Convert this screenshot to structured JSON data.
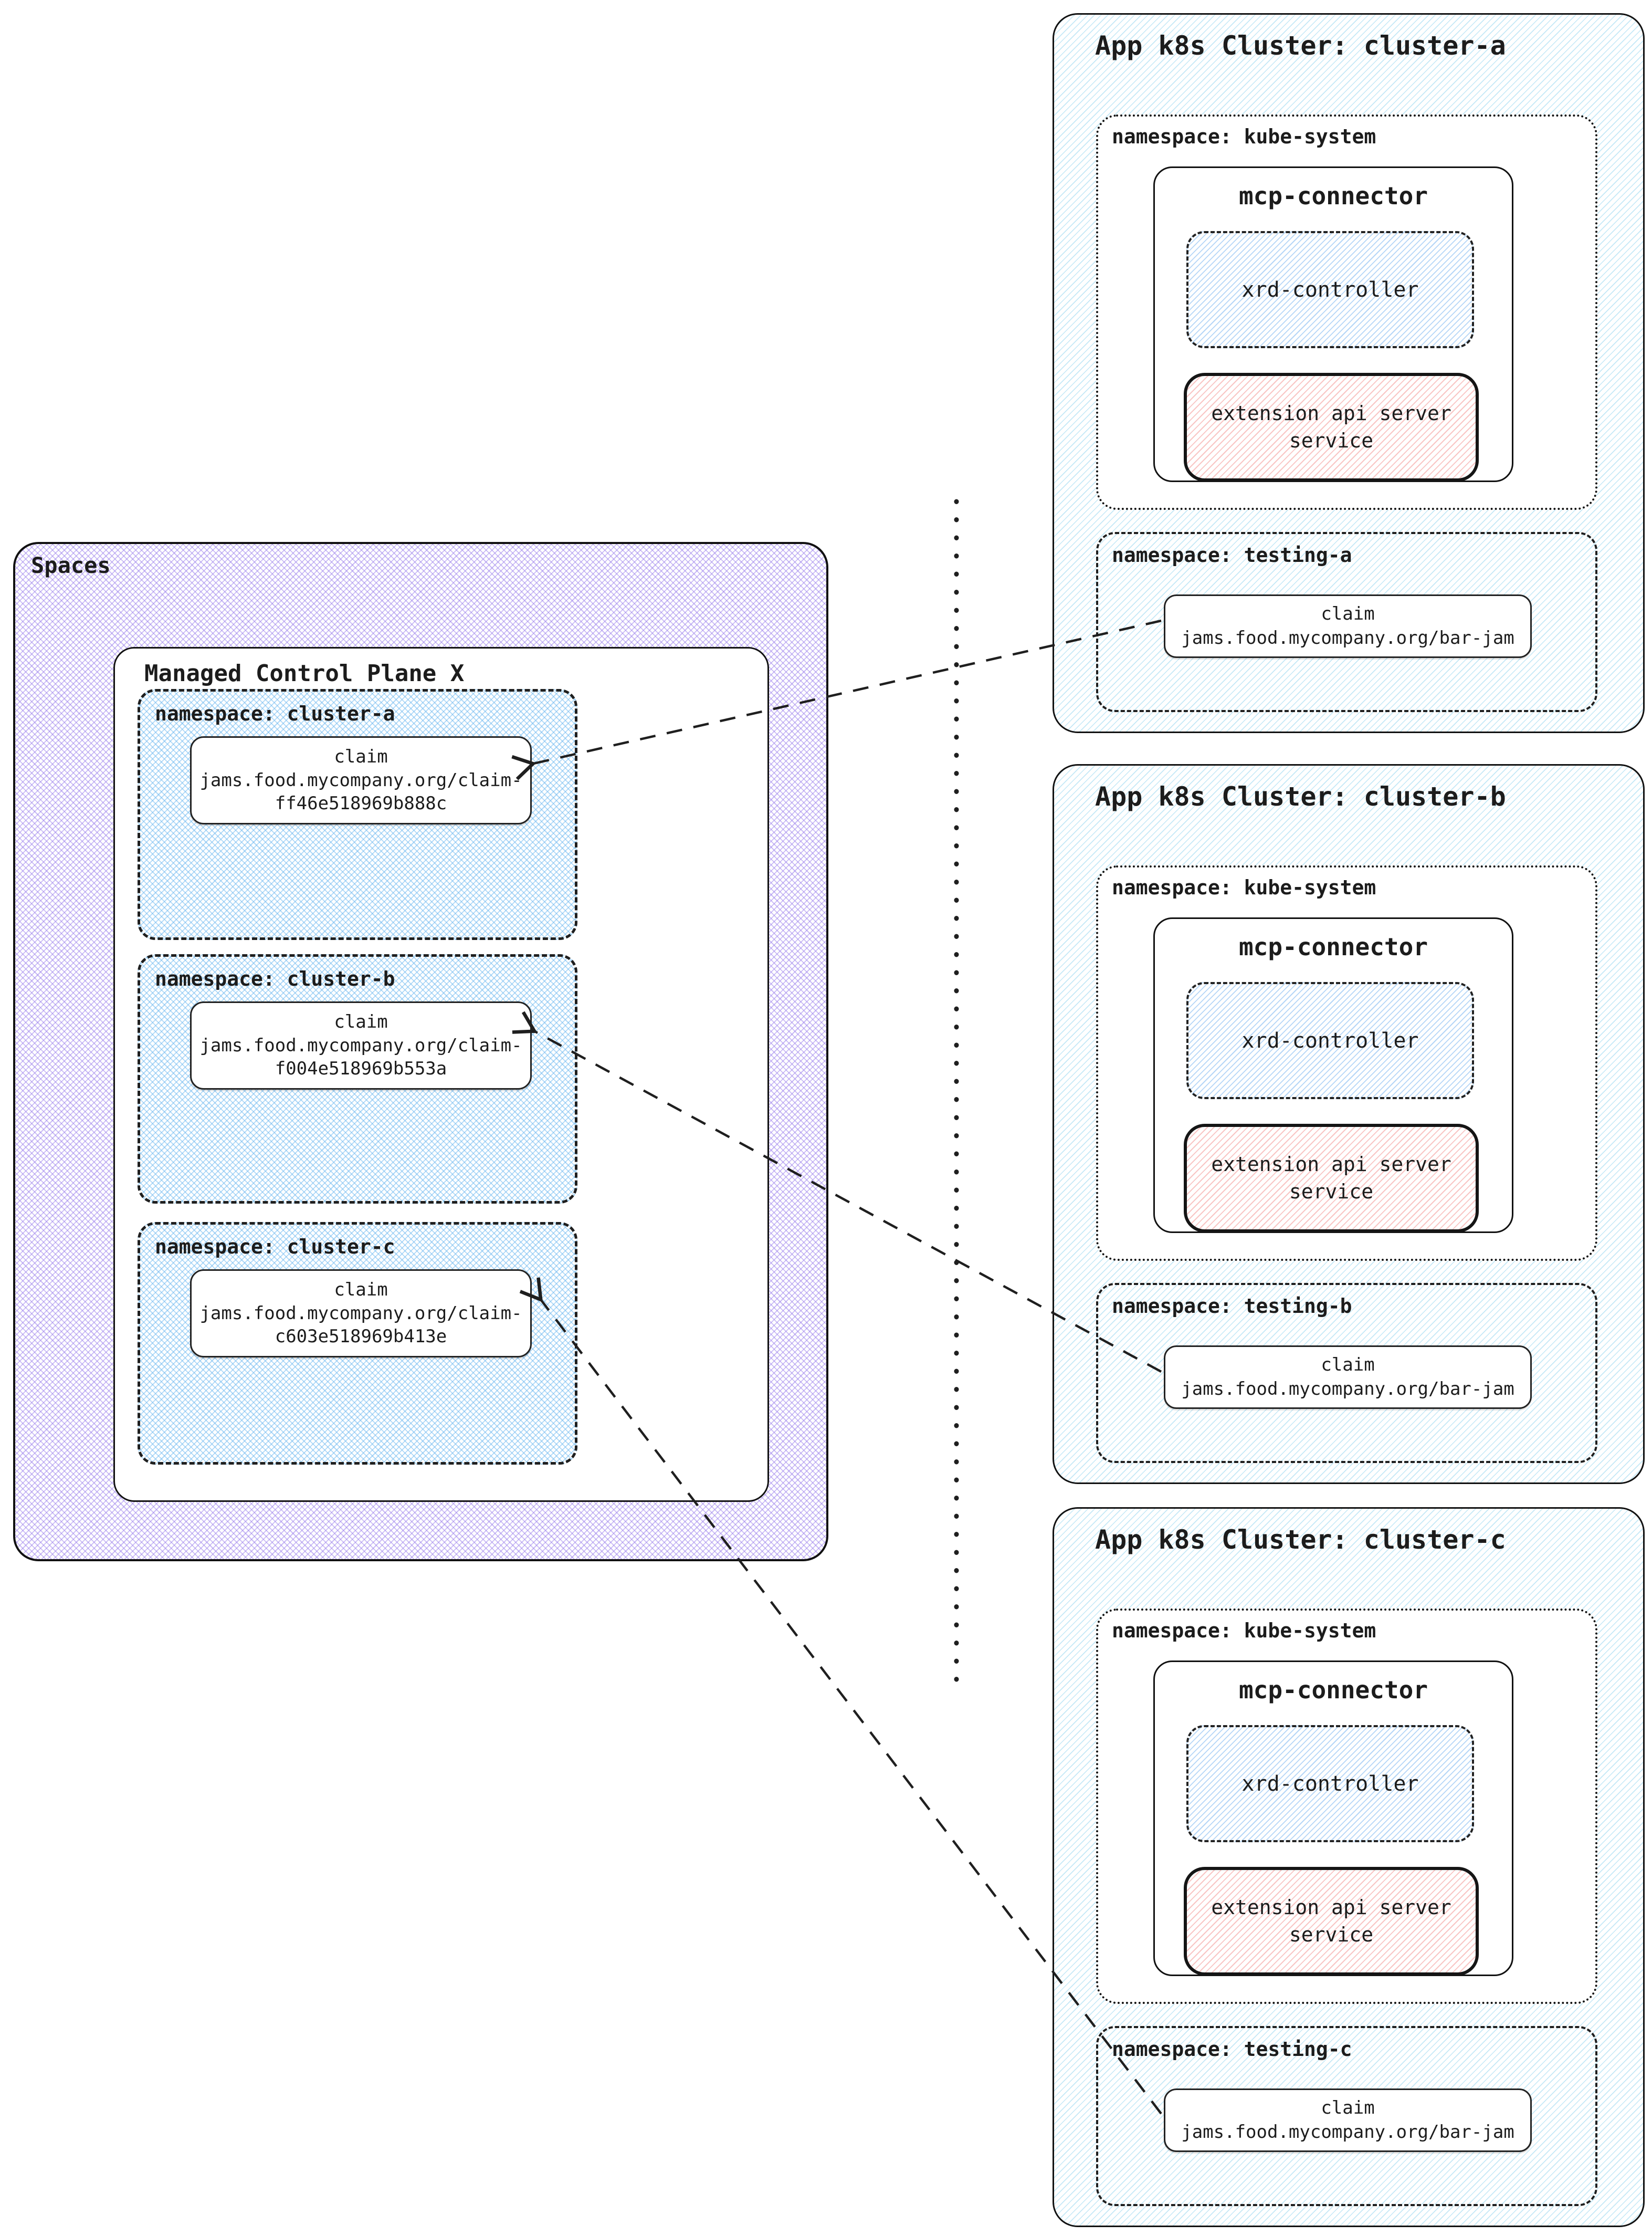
{
  "left": {
    "spaces_label": "Spaces",
    "mcp_label": "Managed Control Plane X",
    "namespaces": [
      {
        "label": "namespace: cluster-a",
        "claim_title": "claim",
        "claim_line1": "jams.food.mycompany.org/claim-",
        "claim_line2": "ff46e518969b888c"
      },
      {
        "label": "namespace: cluster-b",
        "claim_title": "claim",
        "claim_line1": "jams.food.mycompany.org/claim-",
        "claim_line2": "f004e518969b553a"
      },
      {
        "label": "namespace: cluster-c",
        "claim_title": "claim",
        "claim_line1": "jams.food.mycompany.org/claim-",
        "claim_line2": "c603e518969b413e"
      }
    ]
  },
  "clusters": [
    {
      "title": "App k8s Cluster: cluster-a",
      "kube_label": "namespace: kube-system",
      "connector_label": "mcp-connector",
      "xrd_label": "xrd-controller",
      "ext_line1": "extension api server",
      "ext_line2": "service",
      "testing_label": "namespace: testing-a",
      "claim_title": "claim",
      "claim_name": "jams.food.mycompany.org/bar-jam"
    },
    {
      "title": "App k8s Cluster: cluster-b",
      "kube_label": "namespace: kube-system",
      "connector_label": "mcp-connector",
      "xrd_label": "xrd-controller",
      "ext_line1": "extension api server",
      "ext_line2": "service",
      "testing_label": "namespace: testing-b",
      "claim_title": "claim",
      "claim_name": "jams.food.mycompany.org/bar-jam"
    },
    {
      "title": "App k8s Cluster: cluster-c",
      "kube_label": "namespace: kube-system",
      "connector_label": "mcp-connector",
      "xrd_label": "xrd-controller",
      "ext_line1": "extension api server",
      "ext_line2": "service",
      "testing_label": "namespace: testing-c",
      "claim_title": "claim",
      "claim_name": "jams.food.mycompany.org/bar-jam"
    }
  ],
  "colors": {
    "spaces_hatch": "#967aeb",
    "namespace_hatch": "#6eb9f0",
    "cluster_hatch": "#7dcdec",
    "xrd_hatch": "#78b4f0",
    "extension_hatch": "#f49694",
    "line": "#1f1f1f",
    "box_fill": "#ffffff"
  }
}
